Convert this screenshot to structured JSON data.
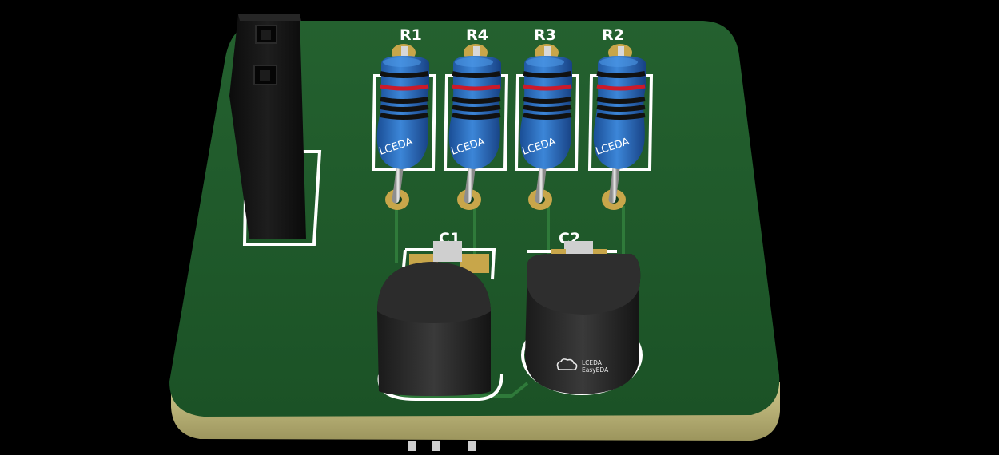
{
  "board": {
    "colors": {
      "soldermask": "#1f5a2a",
      "soldermask_shade": "#164420",
      "edge": "#c6bf80",
      "silkscreen": "#ffffff",
      "copper_pad": "#c8a64a",
      "header_body": "#121212"
    }
  },
  "resistors": [
    {
      "ref": "R1",
      "body_text": "LCEDA"
    },
    {
      "ref": "R4",
      "body_text": "LCEDA"
    },
    {
      "ref": "R3",
      "body_text": "LCEDA"
    },
    {
      "ref": "R2",
      "body_text": "LCEDA"
    }
  ],
  "resistor_body_color": "#1f5fb5",
  "resistor_band_colors": [
    "#111111",
    "#cc1a2a",
    "#111111",
    "#111111",
    "#111111"
  ],
  "capacitors": [
    {
      "ref": "C1",
      "shape": "d-shape-flat-front"
    },
    {
      "ref": "C2",
      "shape": "d-shape-round-front",
      "logo_line1": "LCEDA",
      "logo_line2": "EasyEDA",
      "logo_icon": "cloud-icon"
    }
  ],
  "header": {
    "pins": 2,
    "icon": "pin-header-icon"
  }
}
